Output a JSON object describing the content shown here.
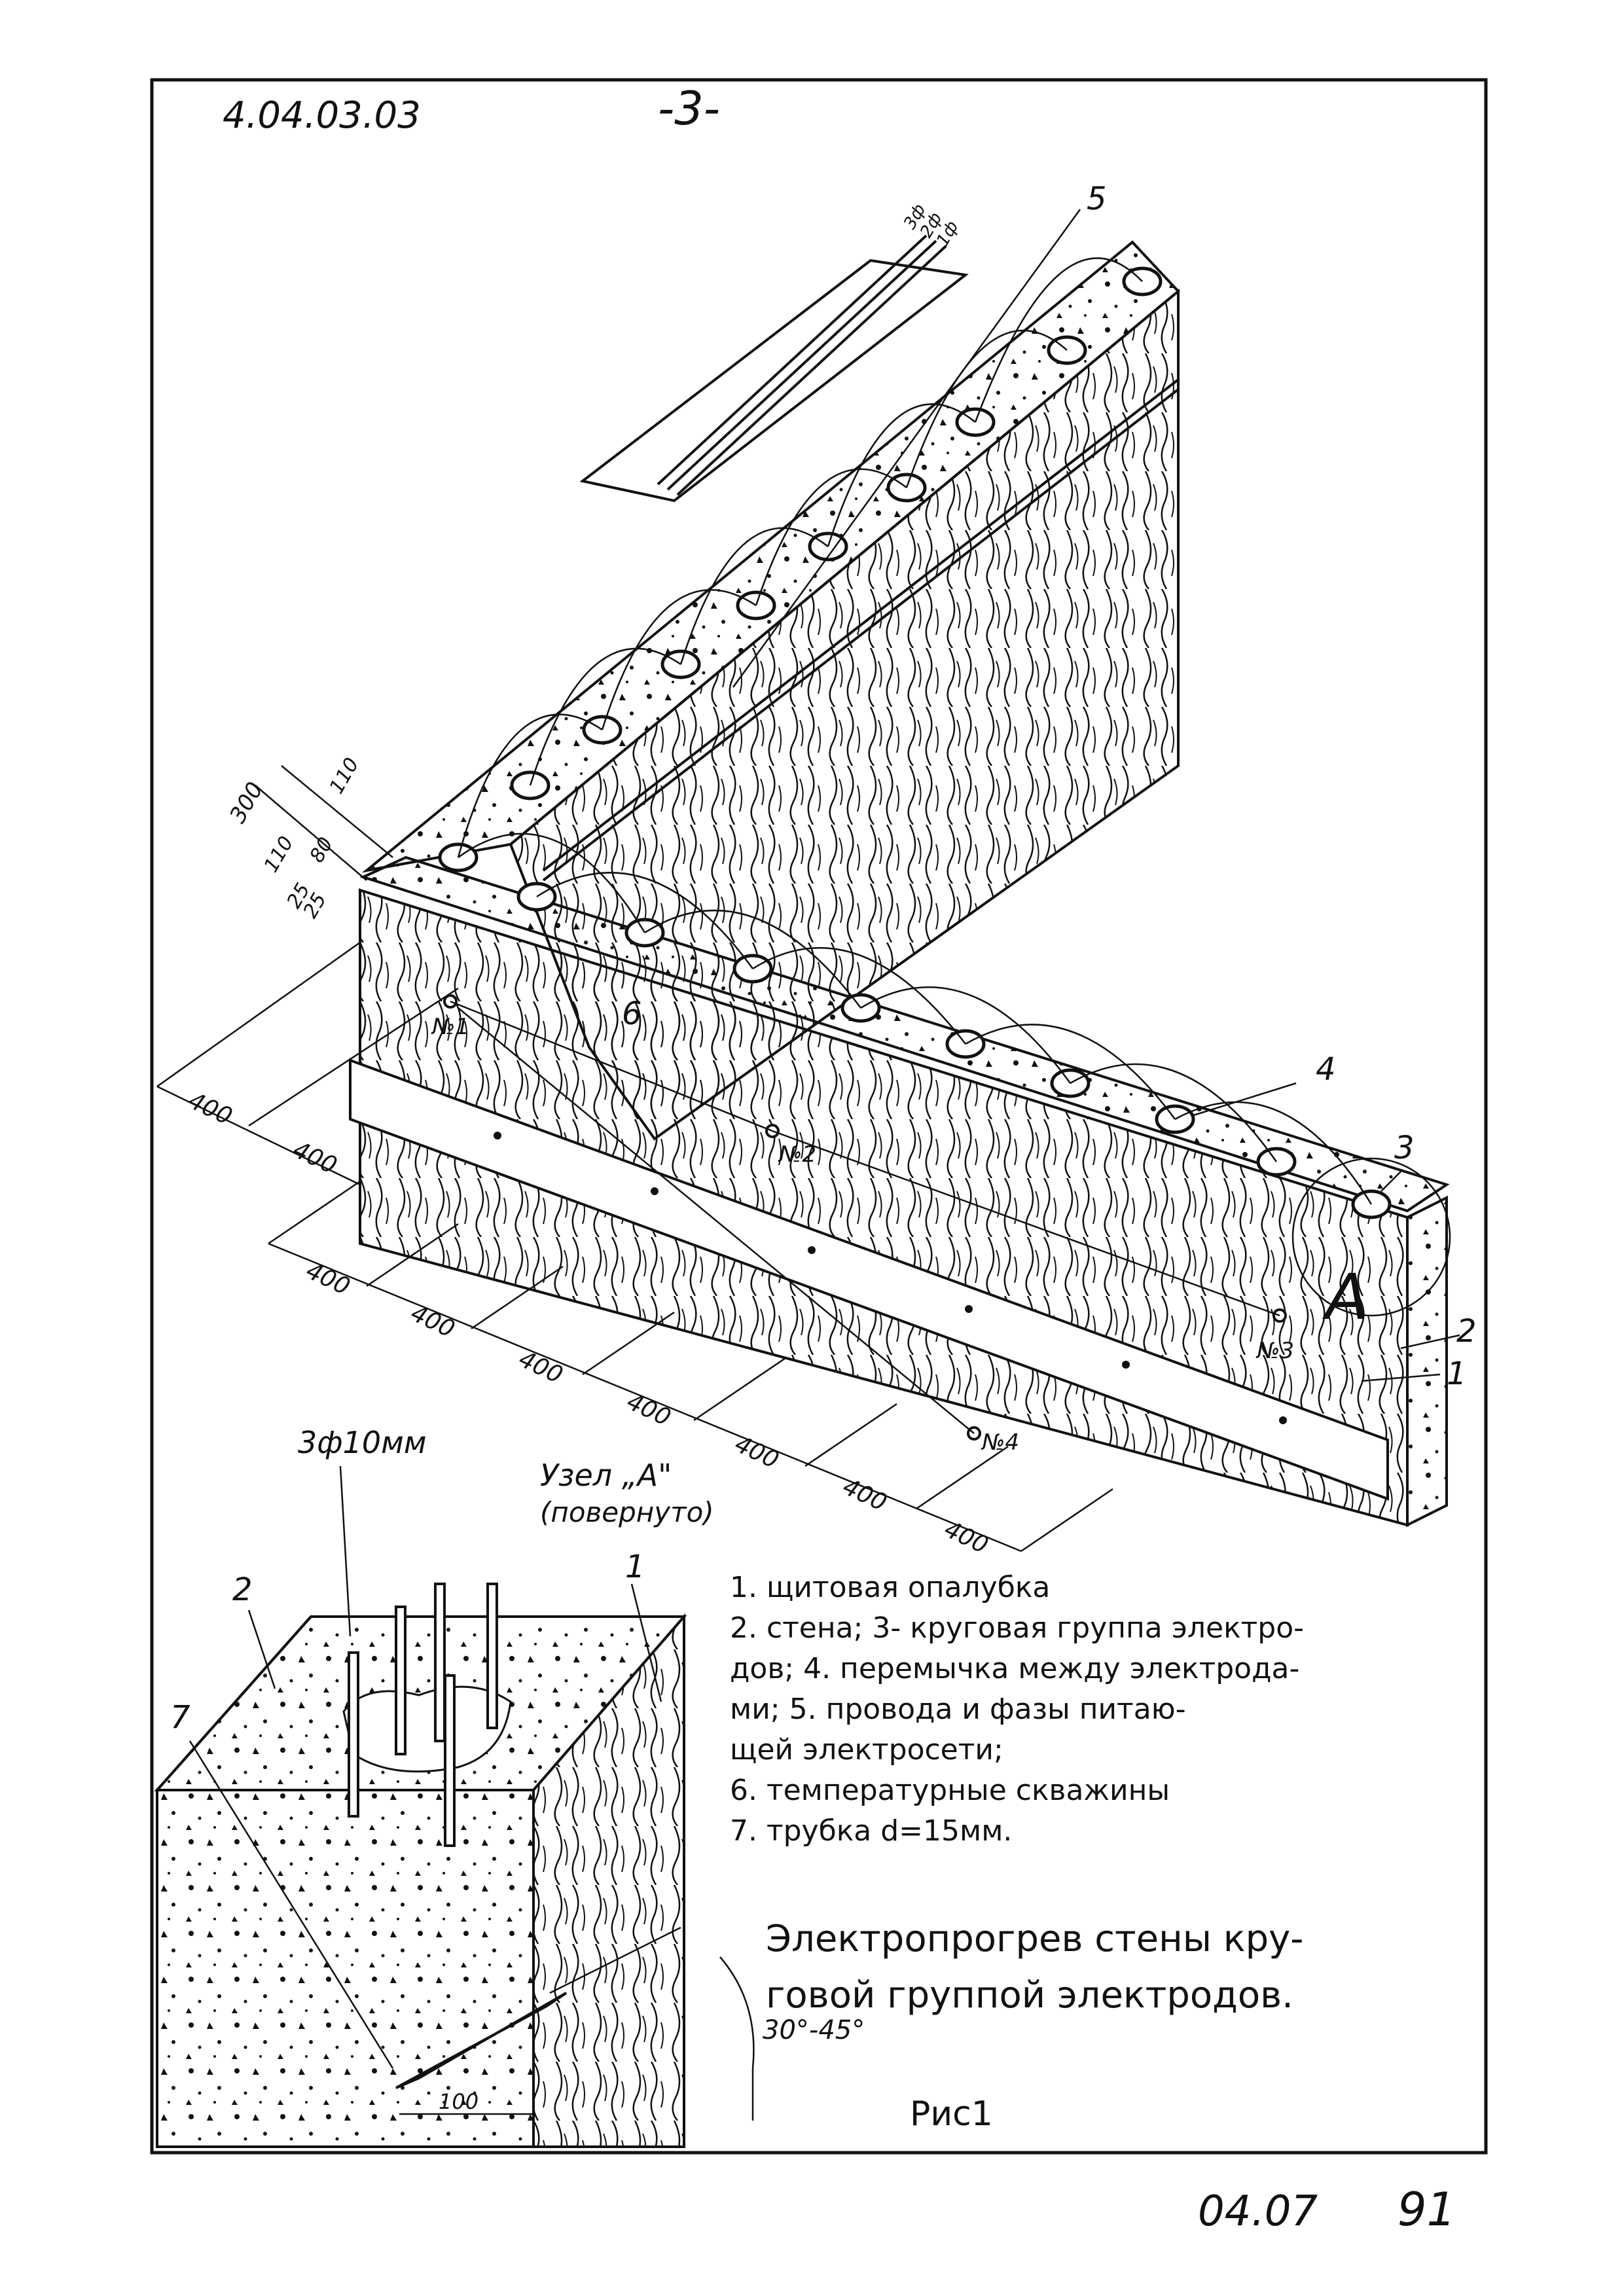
{
  "header": {
    "doc_code": "4.04.03.03",
    "page_mark": "-3-"
  },
  "footer": {
    "sheet_code": "04.07",
    "page_number": "91"
  },
  "wires": {
    "phase_labels": [
      "3ф",
      "2ф",
      "1ф"
    ]
  },
  "dimensions": {
    "section": [
      "300",
      "110",
      "110",
      "80",
      "25",
      "25"
    ],
    "spacing_left": [
      "400",
      "400"
    ],
    "spacing_bottom": [
      "400",
      "400",
      "400",
      "400",
      "400",
      "400",
      "400"
    ],
    "tube_offset": "100",
    "angle": "30°-45°"
  },
  "callouts": {
    "numbers": [
      "1",
      "2",
      "3",
      "4",
      "5",
      "6",
      "1",
      "2",
      "7"
    ],
    "wells": [
      "№1",
      "№2",
      "№3",
      "№4"
    ],
    "node_letter": "A"
  },
  "node": {
    "title": "Узел „A\"",
    "subtitle": "(повернуто)",
    "rods": "3ф10мм"
  },
  "legend": {
    "lines": [
      "1. щитовая опалубка",
      "2. стена;   3- круговая группа электро-",
      "дов; 4. перемычка между электрода-",
      "ми;  5. провода и фазы  питаю-",
      "щей электросети;",
      "6. температурные скважины",
      "7. трубка d=15мм."
    ]
  },
  "caption": {
    "line1": "Электропрогрев    стены    кру-",
    "line2": "говой   группой    электродов.",
    "figure": "Рис1"
  }
}
